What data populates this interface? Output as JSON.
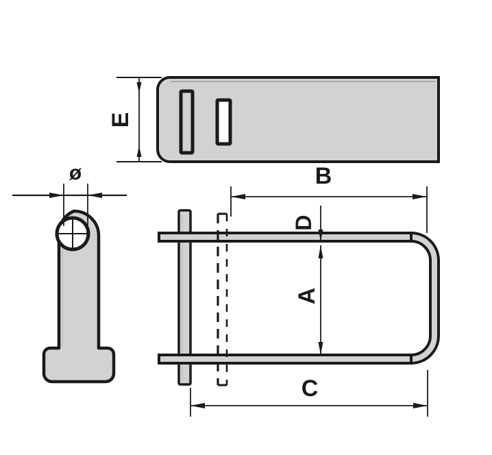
{
  "drawing": {
    "type": "engineering-technical-drawing",
    "subject": "Wire lynch pin / clip with hinged retaining arm",
    "background_color": "#ffffff",
    "line_color": "#1a1a1a",
    "fill_color": "#d2d2d2",
    "hole_fill_color": "#ffffff",
    "views": [
      {
        "id": "top-view",
        "name": "Top view of flat plate with two slots",
        "dimension_labels": [
          "E"
        ]
      },
      {
        "id": "side-view",
        "name": "Side view of pin head with through hole",
        "dimension_labels": [
          "ø"
        ]
      },
      {
        "id": "front-view",
        "name": "Front view of wire clip with cross pin",
        "dimension_labels": [
          "B",
          "C",
          "A",
          "D"
        ]
      }
    ]
  },
  "dimensions": {
    "E": {
      "label": "E",
      "orientation": "vertical",
      "view": "top-view"
    },
    "diameter": {
      "label": "ø",
      "orientation": "horizontal",
      "view": "side-view"
    },
    "B": {
      "label": "B",
      "orientation": "horizontal",
      "view": "front-view"
    },
    "C": {
      "label": "C",
      "orientation": "horizontal",
      "view": "front-view"
    },
    "A": {
      "label": "A",
      "orientation": "vertical",
      "view": "front-view"
    },
    "D": {
      "label": "D",
      "orientation": "vertical",
      "view": "front-view"
    }
  },
  "colors": {
    "outline": "#1a1a1a",
    "metal_fill": "#d2d2d2",
    "void_fill": "#ffffff",
    "page_background": "#ffffff"
  }
}
